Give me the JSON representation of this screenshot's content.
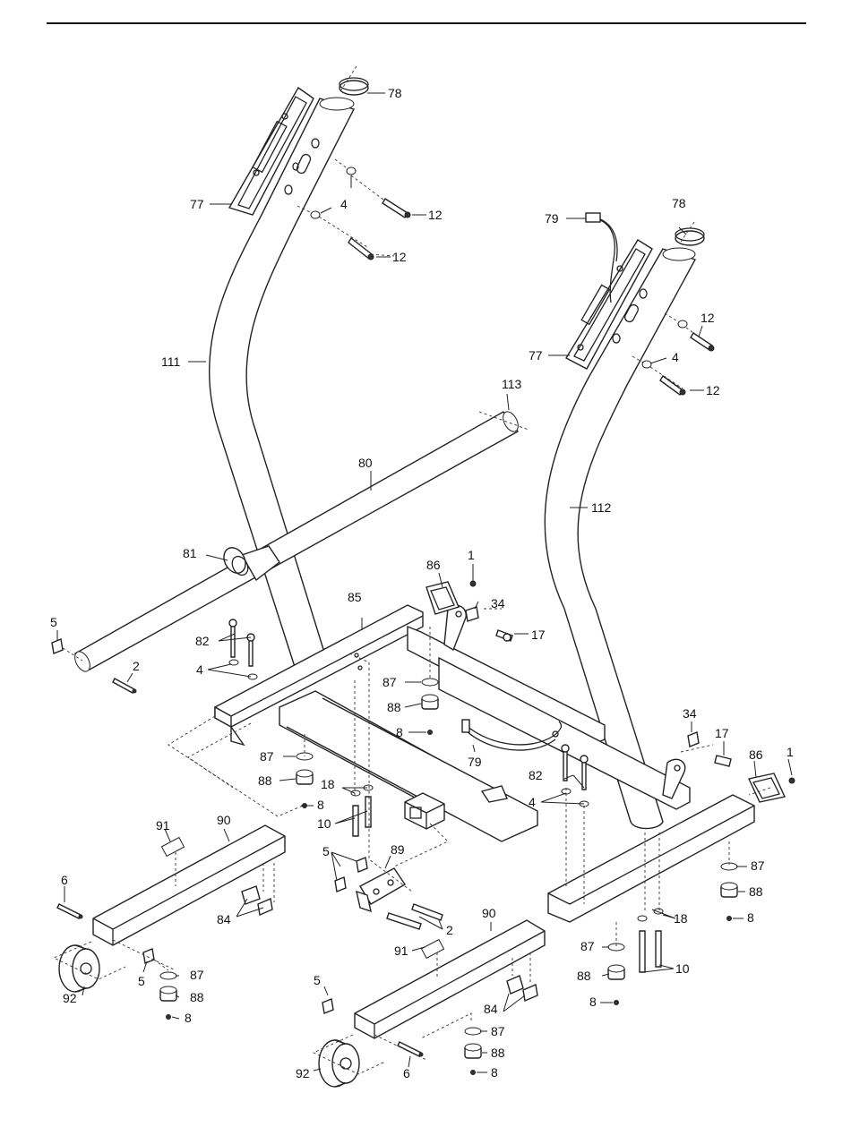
{
  "labels": {
    "p78a": "78",
    "p77a": "77",
    "p4a": "4",
    "p12a": "12",
    "p12b": "12",
    "p79a": "79",
    "p78b": "78",
    "p77b": "77",
    "p12c": "12",
    "p4b": "4",
    "p12d": "12",
    "p111": "111",
    "p113": "113",
    "p80": "80",
    "p112": "112",
    "p81": "81",
    "p86a": "86",
    "p1a": "1",
    "p34a": "34",
    "p17a": "17",
    "p85": "85",
    "p5a": "5",
    "p82a": "82",
    "p2a": "2",
    "p4c": "4",
    "p87a": "87",
    "p88a": "88",
    "p8a": "8",
    "p79b": "79",
    "p34b": "34",
    "p17b": "17",
    "p86b": "86",
    "p1b": "1",
    "p87b": "87",
    "p88b": "88",
    "p8b": "8",
    "p18a": "18",
    "p10a": "10",
    "p82b": "82",
    "p4d": "4",
    "p91a": "91",
    "p90a": "90",
    "p5b": "5",
    "p89": "89",
    "p6a": "6",
    "p84a": "84",
    "p2b": "2",
    "p87c": "87",
    "p88c": "88",
    "p8c": "8",
    "p18b": "18",
    "p92a": "92",
    "p5c": "5",
    "p87d": "87",
    "p88d": "88",
    "p8d": "8",
    "p91b": "91",
    "p90b": "90",
    "p87e": "87",
    "p10b": "10",
    "p88e": "88",
    "p8e": "8",
    "p5d": "5",
    "p84b": "84",
    "p87f": "87",
    "p88f": "88",
    "p8f": "8",
    "p92b": "92",
    "p6b": "6"
  }
}
